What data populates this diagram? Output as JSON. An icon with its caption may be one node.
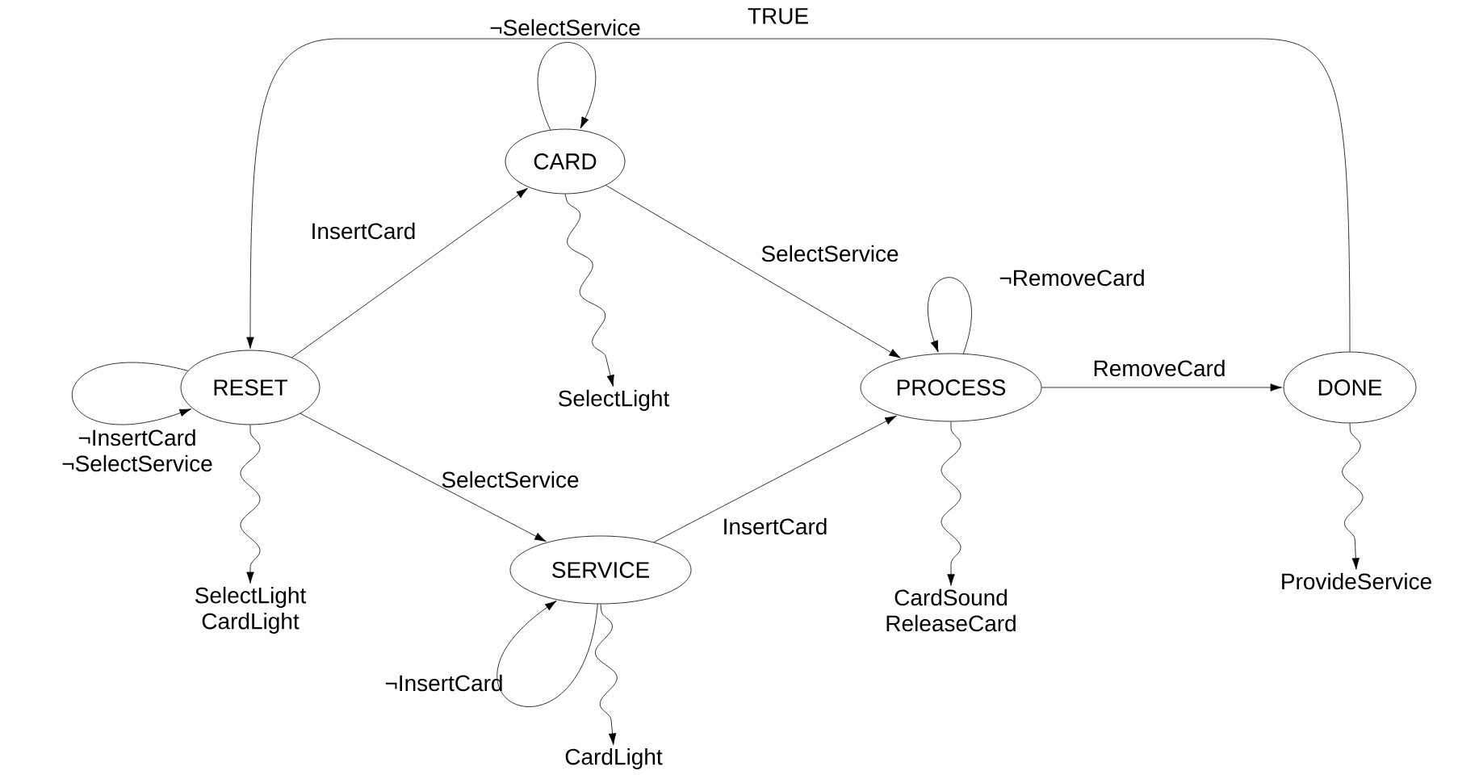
{
  "diagram": {
    "nodes": [
      {
        "text": [
          "RESET"
        ]
      },
      {
        "text": [
          "CARD"
        ]
      },
      {
        "text": [
          "SERVICE"
        ]
      },
      {
        "text": [
          "PROCESS"
        ]
      },
      {
        "text": [
          "DONE"
        ]
      },
      {
        "text": [
          "SelectLight CardLight"
        ]
      },
      {
        "text": [
          "SelectLight"
        ]
      },
      {
        "text": [
          "CardLight"
        ]
      },
      {
        "text": [
          "CardSound ReleaseCard"
        ]
      },
      {
        "text": [
          "ProvideService"
        ]
      }
    ],
    "edges": [
      {
        "from": 0,
        "to": 1,
        "arrow": "to",
        "label": "InsertCard"
      },
      {
        "from": 0,
        "to": 2,
        "arrow": "to",
        "label": "SelectService"
      },
      {
        "from": 1,
        "to": 3,
        "arrow": "to",
        "label": "SelectService"
      },
      {
        "from": 2,
        "to": 3,
        "arrow": "to",
        "label": "InsertCard"
      },
      {
        "from": 3,
        "to": 4,
        "arrow": "to",
        "label": "RemoveCard"
      },
      {
        "from": 4,
        "to": 0,
        "arrow": "to",
        "label": "TRUE"
      },
      {
        "from": 1,
        "to": 1,
        "arrow": "to",
        "label": "¬SelectService"
      },
      {
        "from": 0,
        "to": 0,
        "arrow": "to",
        "label": "¬InsertCard ¬SelectService"
      },
      {
        "from": 2,
        "to": 2,
        "arrow": "to",
        "label": "¬InsertCard"
      },
      {
        "from": 3,
        "to": 3,
        "arrow": "to",
        "label": "¬RemoveCard"
      },
      {
        "from": 0,
        "to": 5,
        "arrow": "to"
      },
      {
        "from": 1,
        "to": 6,
        "arrow": "to"
      },
      {
        "from": 2,
        "to": 7,
        "arrow": "to"
      },
      {
        "from": 3,
        "to": 8,
        "arrow": "to"
      },
      {
        "from": 4,
        "to": 9,
        "arrow": "to"
      }
    ]
  }
}
